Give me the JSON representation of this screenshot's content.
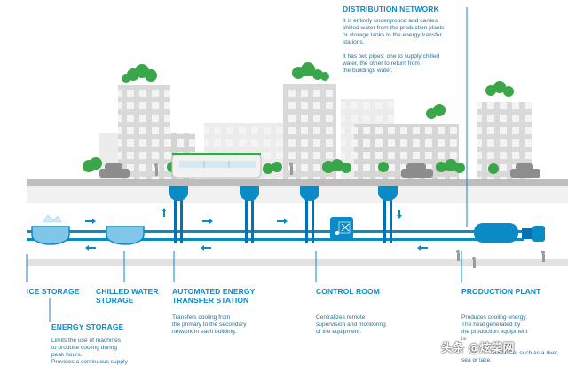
{
  "distribution": {
    "title": "DISTRIBUTION NETWORK",
    "line1": "It is entirely underground and carries",
    "line2": "chilled water from the production plants",
    "line3": "or storage tanks to the energy transfer",
    "line4": "stations.",
    "line5": "It has two pipes: one to supply chilled",
    "line6": "water, the other to return from",
    "line7": "the buildings water."
  },
  "ice_storage": {
    "title": "ICE STORAGE"
  },
  "chilled_storage": {
    "title1": "CHILLED WATER",
    "title2": "STORAGE"
  },
  "energy_storage": {
    "title": "ENERGY STORAGE",
    "line1": "Limits the use of machines",
    "line2": "to produce cooling during",
    "line3": "peak hours.",
    "line4": "Provides a continuous supply"
  },
  "transfer_station": {
    "title1": "AUTOMATED ENERGY",
    "title2": "TRANSFER STATION",
    "line1": "Transfers cooling from",
    "line2": "the primary to the secondary",
    "line3": "network in each building."
  },
  "control_room": {
    "title": "CONTROL ROOM",
    "line1": "Centralizes remote",
    "line2": "supervision and monitoring",
    "line3": "of the equipment."
  },
  "production_plant": {
    "title": "PRODUCTION PLANT",
    "line1": "Produces cooling energy.",
    "line2": "The heat generated by",
    "line3": "the production equipment",
    "line4": "is",
    "line5": "resource, such as a river,",
    "line6": "sea or lake."
  },
  "watermark": "头条 @炫棠网",
  "colors": {
    "pipe_blue": "#0a8bc6",
    "pipe_dark": "#0072b8",
    "text_blue": "#2f6f8f",
    "building_gray": "#dcdcdc",
    "tree_green": "#3aa64a",
    "road_gray": "#bdbdbd"
  }
}
